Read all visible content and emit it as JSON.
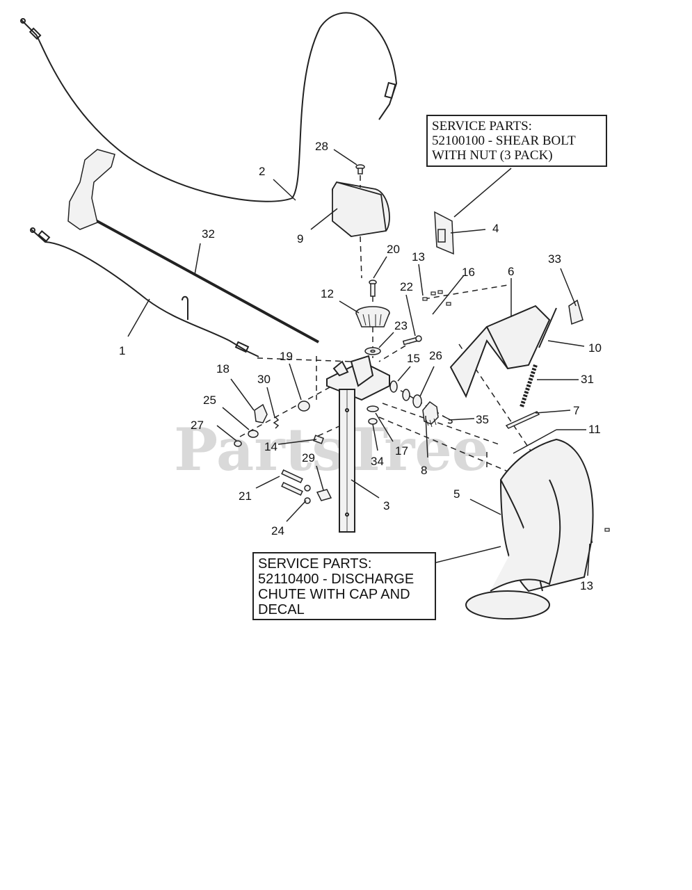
{
  "watermark": "PartsTree",
  "notes": {
    "shear_bolt": "SERVICE PARTS:\n52100100 - SHEAR BOLT\nWITH NUT (3 PACK)",
    "chute": "SERVICE PARTS:\n52110400 - DISCHARGE\nCHUTE WITH CAP AND\nDECAL"
  },
  "callouts": {
    "c1": "1",
    "c2": "2",
    "c3": "3",
    "c4": "4",
    "c5": "5",
    "c6": "6",
    "c7": "7",
    "c8": "8",
    "c9": "9",
    "c10": "10",
    "c11": "11",
    "c12": "12",
    "c13a": "13",
    "c13b": "13",
    "c14": "14",
    "c15": "15",
    "c16": "16",
    "c17": "17",
    "c18": "18",
    "c19": "19",
    "c20": "20",
    "c21": "21",
    "c22": "22",
    "c23": "23",
    "c24": "24",
    "c25": "25",
    "c26": "26",
    "c27": "27",
    "c28": "28",
    "c29": "29",
    "c30": "30",
    "c31": "31",
    "c32": "32",
    "c33": "33",
    "c34": "34",
    "c35": "35"
  },
  "colors": {
    "line": "#222222",
    "part_fill": "#f2f2f2",
    "watermark": "#d9d9d9"
  }
}
